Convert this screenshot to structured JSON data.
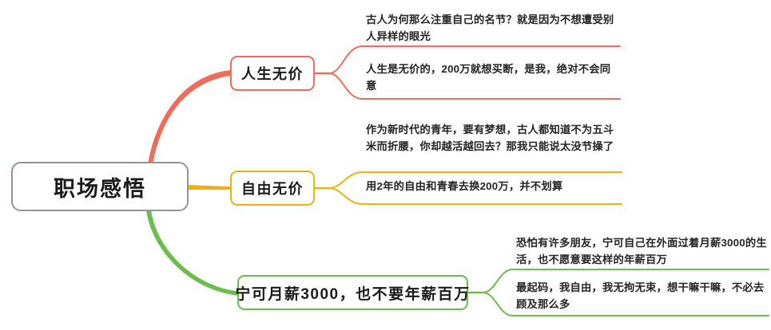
{
  "diagram": {
    "type": "mind-map",
    "orientation": "left-to-right",
    "colors": {
      "root_border": "#8d94a4",
      "branch_1": "#ef6c5a",
      "branch_2": "#edb211",
      "branch_3": "#6cbe4c",
      "text": "#262626",
      "background": "#ffffff"
    },
    "root": {
      "label": "职场感悟"
    },
    "branches": [
      {
        "label": "人生无价",
        "color": "#ef6c5a",
        "leaves": [
          "古人为何那么注重自己的名节？就是因为不想遭受别人异样的眼光",
          "人生是无价的，200万就想买断，是我，绝对不会同意"
        ]
      },
      {
        "label": "自由无价",
        "color": "#edb211",
        "leaves": [
          "作为新时代的青年，要有梦想，古人都知道不为五斗米而折腰，你却越活越回去？那我只能说太没节操了",
          "用2年的自由和青春去换200万，并不划算"
        ]
      },
      {
        "label": "宁可月薪3000，也不要年薪百万",
        "color": "#6cbe4c",
        "leaves": [
          "恐怕有许多朋友，宁可自己在外面过着月薪3000的生活，也不愿意要这样的年薪百万",
          "最起码，我自由，我无拘无束，想干嘛干嘛，不必去顾及那么多"
        ]
      }
    ]
  }
}
